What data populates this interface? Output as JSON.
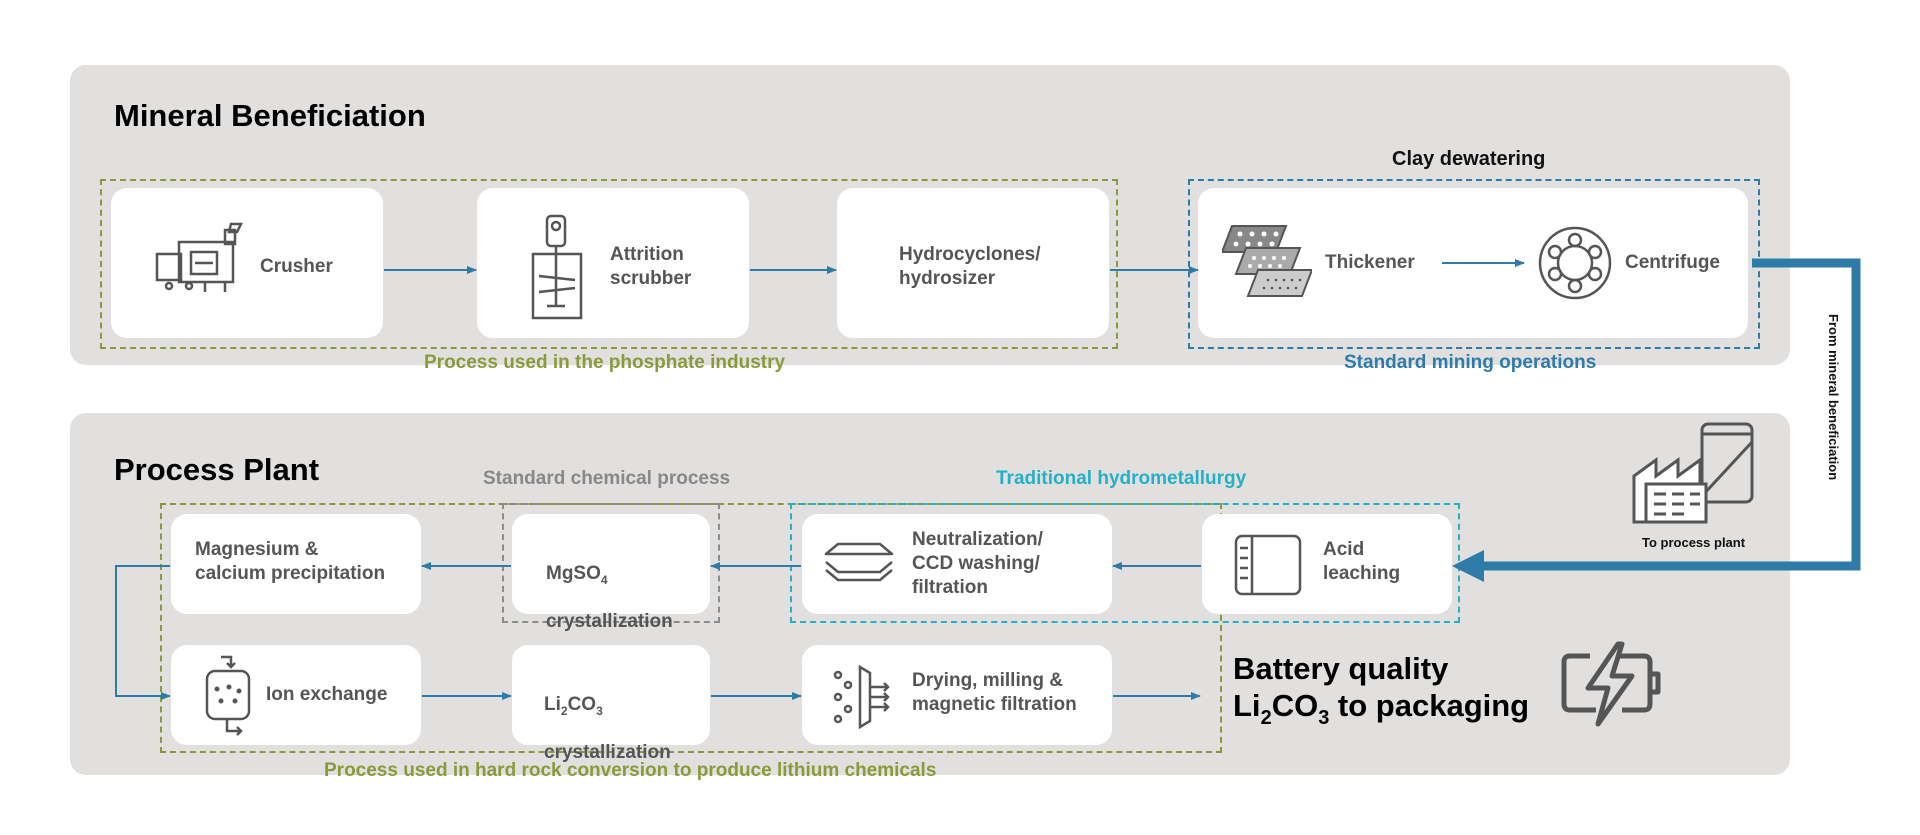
{
  "mineral": {
    "title": "Mineral Beneficiation",
    "crusher": "Crusher",
    "attrition": "Attrition\nscrubber",
    "hydro": "Hydrocyclones/\nhydrosizer",
    "clay_title": "Clay dewatering",
    "thickener": "Thickener",
    "centrifuge": "Centrifuge",
    "phosphate_caption": "Process used in the phosphate industry",
    "mining_caption": "Standard mining operations"
  },
  "process": {
    "title": "Process Plant",
    "std_chem_caption": "Standard chemical process",
    "hydromet_caption": "Traditional hydrometallurgy",
    "mg_ca": "Magnesium &\ncalcium precipitation",
    "mgso4_main": "MgSO",
    "mgso4_sub": "4",
    "mgso4_tail": "crystallization",
    "neutral": "Neutralization/\nCCD washing/\nfiltration",
    "acid": "Acid\nleaching",
    "ion": "Ion exchange",
    "li2co3_a": "Li",
    "li2co3_b": "2",
    "li2co3_c": "CO",
    "li2co3_d": "3",
    "li2co3_tail": "crystallization",
    "drying": "Drying, milling &\nmagnetic filtration",
    "hardrock_caption": "Process used in hard rock conversion to produce lithium chemicals",
    "battery_line1": "Battery quality",
    "battery_a": "Li",
    "battery_b": "2",
    "battery_c": "CO",
    "battery_d": "3",
    "battery_e": " to packaging"
  },
  "connector": {
    "vertical_label": "From mineral beneficiation",
    "plant_label": "To process plant"
  },
  "colors": {
    "panel": "#e1e0df",
    "arrow": "#2f7ba8",
    "olive": "#8a9a3b",
    "teal": "#24b0c6",
    "grey": "#888888",
    "big_arrow": "#2f7ba8"
  }
}
